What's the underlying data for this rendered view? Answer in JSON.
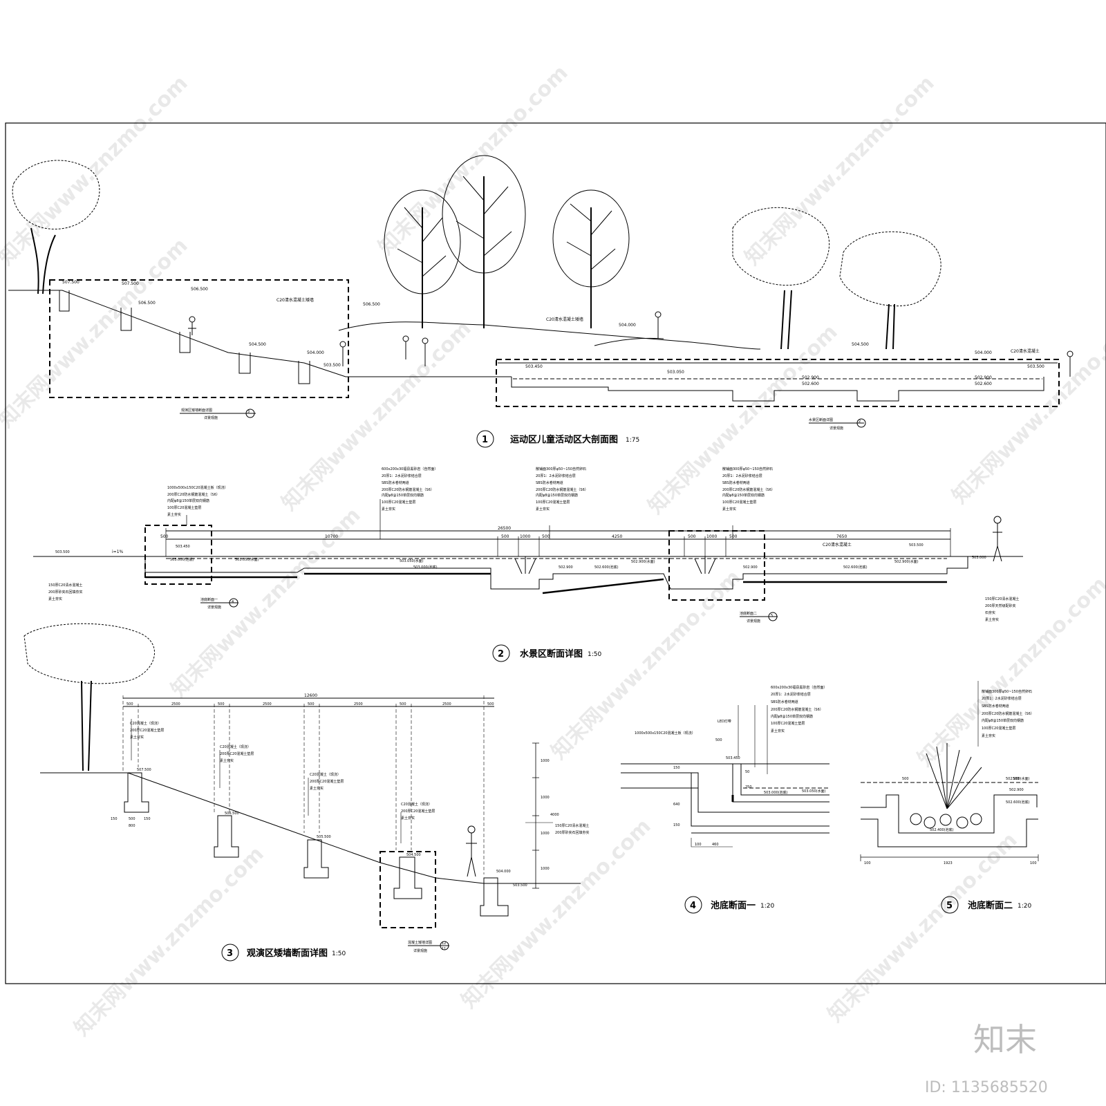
{
  "watermark": {
    "text": "知末网www.znzmo.com"
  },
  "brand": {
    "logo": "知末",
    "id": "ID: 1135685520"
  },
  "section1": {
    "number": "1",
    "title": "运动区儿童活动区大剖面图",
    "scale": "1:75",
    "elevations": [
      "507.500",
      "507.500",
      "506.500",
      "506.500",
      "506.500",
      "504.500",
      "504.000",
      "503.500",
      "504.000",
      "504.500",
      "504.000",
      "503.450",
      "503.050",
      "503.500",
      "502.900",
      "502.600",
      "502.900",
      "502.600"
    ],
    "labels": {
      "wall": "C20清水混凝土矮墙",
      "wall2": "C20清水混凝土矮墙",
      "conc": "C20清水混凝土"
    },
    "ref_left": {
      "text": "观演区矮墙断面详图",
      "sub": "详景观施",
      "num": "3"
    },
    "ref_right": {
      "text": "水景区断面详图",
      "sub": "详景观施",
      "num": "2"
    }
  },
  "section2": {
    "number": "2",
    "title": "水景区断面详图",
    "scale": "1:50",
    "dims": {
      "total": "26500",
      "d1": "500",
      "d2": "10700",
      "d3": "500",
      "d4": "1000",
      "d5": "500",
      "d6": "4250",
      "d7": "500",
      "d8": "1000",
      "d9": "500",
      "d10": "7650"
    },
    "slope": "i=1%",
    "notes_a": [
      "1000x500x150C20混凝土板（现浇）",
      "200厚C20防水钢筋混凝土（S6）",
      "内配φ8@150单层双向钢筋",
      "100厚C20混凝土垫层",
      "素土夯实"
    ],
    "notes_b": [
      "600x200x30福县黑砂岩（自然面）",
      "20厚1：2水泥砂浆结合层",
      "SBS防水卷材两道",
      "200厚C20防水钢筋混凝土（S6）",
      "内配φ8@150单层双向钢筋",
      "100厚C20混凝土垫层",
      "素土夯实"
    ],
    "notes_c": [
      "散铺面300厚φ50~150自然卵石",
      "20厚1：2水泥砂浆结合层",
      "SBS防水卷材两道",
      "200厚C20防水钢筋混凝土（S6）",
      "内配φ8@150单层双向钢筋",
      "100厚C20混凝土垫层",
      "素土夯实"
    ],
    "notes_d": [
      "散铺面300厚φ50~150自然卵石",
      "20厚1：2水泥砂浆结合层",
      "SBS防水卷材两道",
      "200厚C20防水钢筋混凝土（S6）",
      "内配φ8@150单层双向钢筋",
      "100厚C20混凝土垫层",
      "素土夯实"
    ],
    "notes_left": [
      "150厚C20清水混凝土",
      "200厚砂夹石回填夯实",
      "素土夯实"
    ],
    "notes_right": [
      "150厚C20清水混凝土",
      "200厚天然级配砂夹",
      "石夯实",
      "素土夯实"
    ],
    "elevations": [
      "503.500",
      "503.450",
      "503.000(池底)",
      "503.050(水面)",
      "503.050(水面)",
      "503.000(池底)",
      "502.900",
      "502.600(池底)",
      "502.900(水面)",
      "502.900",
      "502.600(池底)",
      "502.900(水面)",
      "503.500",
      "503.000"
    ],
    "conc": "C20清水混凝土",
    "ref_a": {
      "text": "池底断面一",
      "sub": "详景观施",
      "num": "4"
    },
    "ref_b": {
      "text": "池底断面二",
      "sub": "详景观施",
      "num": "5"
    }
  },
  "section3": {
    "number": "3",
    "title": "观演区矮墙断面详图",
    "scale": "1:50",
    "total": "12600",
    "top_dims": [
      "500",
      "2500",
      "500",
      "2500",
      "500",
      "2500",
      "500",
      "2500",
      "500"
    ],
    "notes": [
      [
        "C20混凝土（现浇）",
        "200厚C20混凝土垫层",
        "素土夯实"
      ],
      [
        "C20混凝土（现浇）",
        "200厚C20混凝土垫层",
        "素土夯实"
      ],
      [
        "C20混凝土（现浇）",
        "200厚C20混凝土垫层",
        "素土夯实"
      ],
      [
        "C20混凝土（现浇）",
        "200厚C20混凝土垫层",
        "素土夯实"
      ]
    ],
    "notes_right": [
      "150厚C20清水混凝土",
      "200厚砂夹石回填夯实"
    ],
    "elevations": [
      "507.500",
      "506.500",
      "505.500",
      "504.500",
      "504.000",
      "503.500"
    ],
    "side_dims": [
      "1000",
      "1000",
      "1000",
      "1000",
      "4000"
    ],
    "foot_dims": [
      "150",
      "500",
      "150",
      "800"
    ],
    "ref": {
      "text": "混凝土矮墙详图",
      "sub": "详景观施",
      "num": "12",
      "den": "11"
    }
  },
  "section4": {
    "number": "4",
    "title": "池底断面一",
    "scale": "1:20",
    "led": "LED灯带",
    "notes_top": [
      "600x200x30福县黑砂岩（自然面）",
      "20厚1：2水泥砂浆结合层",
      "SBS防水卷材两道",
      "200厚C20防水钢筋混凝土（S6）",
      "内配φ8@150单层双向钢筋",
      "100厚C20混凝土垫层",
      "素土夯实"
    ],
    "note_left": "1000x500x150C20混凝土板（现浇）",
    "elevations": [
      "503.450",
      "503.000(池底)",
      "503.050(水面)"
    ],
    "dims": [
      "500",
      "100",
      "460",
      "640",
      "150",
      "150",
      "50",
      "250"
    ]
  },
  "section5": {
    "number": "5",
    "title": "池底断面二",
    "scale": "1:20",
    "notes_top": [
      "散铺面300厚φ50~150自然卵石",
      "20厚1：2水泥砂浆结合层",
      "SBS防水卷材两道",
      "200厚C20防水钢筋混凝土（S6）",
      "内配φ8@150单层双向钢筋",
      "100厚C20混凝土垫层",
      "素土夯实"
    ],
    "elevations": [
      "502.900(水面)",
      "502.600(池底)",
      "502.900",
      "502.400(池底)"
    ],
    "dims": [
      "500",
      "500",
      "1923",
      "100",
      "100"
    ]
  }
}
